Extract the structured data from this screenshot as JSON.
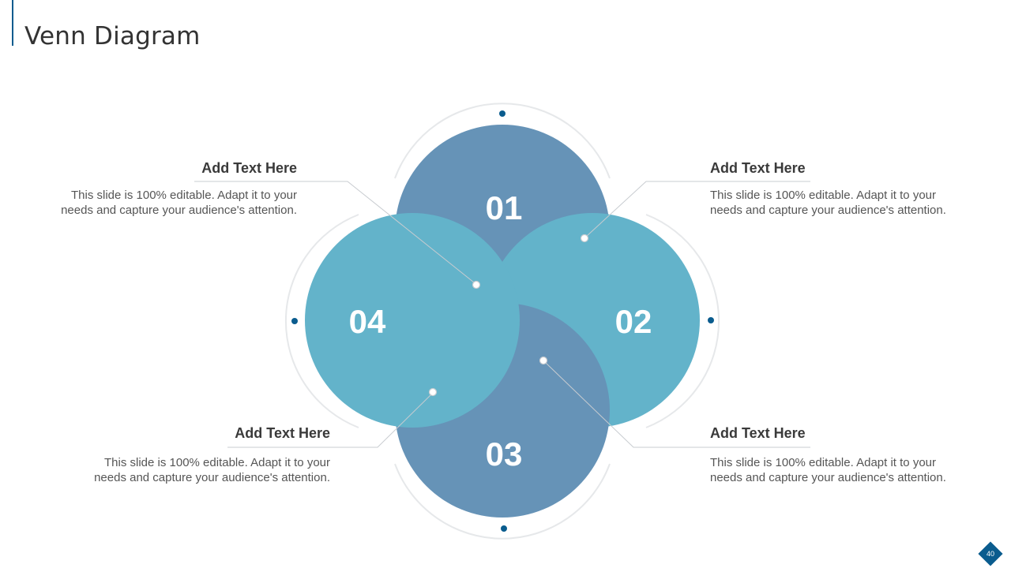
{
  "slide": {
    "title": "Venn Diagram",
    "page_number": "40"
  },
  "circles": [
    {
      "label": "01",
      "color": "#336f9f"
    },
    {
      "label": "02",
      "color": "#2f9ab9"
    },
    {
      "label": "03",
      "color": "#336f9f"
    },
    {
      "label": "04",
      "color": "#2f9ab9"
    }
  ],
  "callouts": {
    "top_left": {
      "title": "Add Text Here",
      "body_line1": "This slide is 100% editable. Adapt it to your",
      "body_line2": "needs and capture your audience's attention."
    },
    "top_right": {
      "title": "Add Text Here",
      "body_line1": "This slide is 100% editable. Adapt it to your",
      "body_line2": "needs and capture your audience's attention."
    },
    "bottom_left": {
      "title": "Add Text Here",
      "body_line1": "This slide is 100% editable. Adapt it to your",
      "body_line2": "needs and capture your audience's attention."
    },
    "bottom_right": {
      "title": "Add Text Here",
      "body_line1": "This slide is 100% editable. Adapt it to your",
      "body_line2": "needs and capture your audience's attention."
    }
  },
  "colors": {
    "accent": "#0a5c8e",
    "ring": "#e6e8ea",
    "connector": "#c8ccd0"
  }
}
